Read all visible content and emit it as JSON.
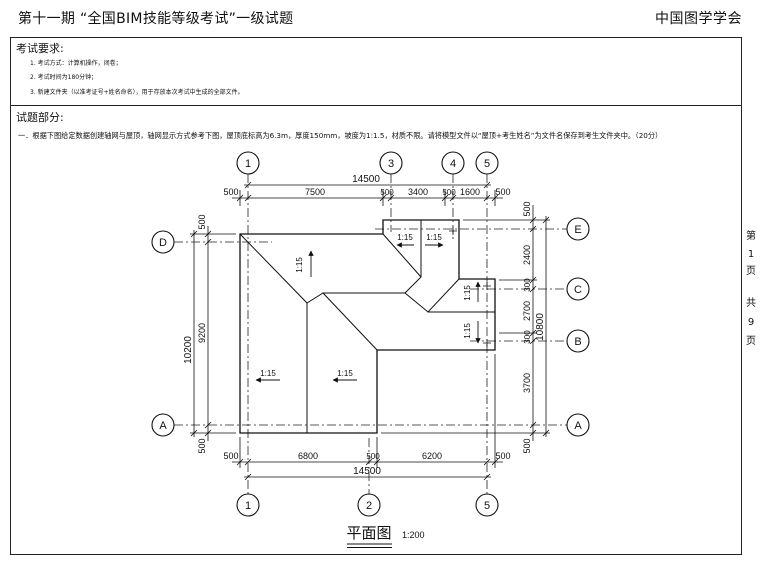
{
  "header": {
    "title": "第十一期 “全国BIM技能等级考试”一级试题",
    "organization": "中国图学学会"
  },
  "requirements": {
    "heading": "考试要求:",
    "items": [
      "1. 考试方式：计算机操作，闭卷；",
      "2. 考试时间为180分钟；",
      "3. 新建文件夹（以准考证号+姓名命名），用于存放本次考试中生成的全部文件。"
    ]
  },
  "questions": {
    "heading": "试题部分:",
    "items": [
      "一．根据下图给定数据创建轴网与屋顶，轴网显示方式参考下图，屋顶底标高为6.3m，厚度150mm，坡度为1:1.5，材质不限。请将模型文件以“屋顶+考生姓名”为文件名保存到考生文件夹中。（20分）"
    ]
  },
  "drawing": {
    "grids": {
      "top": [
        "1",
        "3",
        "4",
        "5"
      ],
      "bottom": [
        "1",
        "2",
        "5"
      ],
      "left": [
        "D",
        "A"
      ],
      "right": [
        "E",
        "C",
        "B",
        "A"
      ]
    },
    "dims": {
      "top_overall": "14500",
      "top": [
        "500",
        "7500",
        "500",
        "3400",
        "500",
        "1600",
        "500"
      ],
      "bottom_overall": "14500",
      "bottom": [
        "500",
        "6800",
        "500",
        "6200",
        "500"
      ],
      "left_overall": "10200",
      "left": [
        "500",
        "9200",
        "500"
      ],
      "right_overall": "10800",
      "right": [
        "500",
        "2400",
        "300",
        "2700",
        "300",
        "3700",
        "500"
      ]
    },
    "slopes": [
      "1:15",
      "1:15",
      "1:15",
      "1:15",
      "1:15",
      "1:15",
      "1:15"
    ],
    "title": "平面图",
    "scale": "1:200"
  },
  "page_indicator": {
    "prefix": "第",
    "current": "1",
    "current_suffix": "页",
    "total_prefix": "共",
    "total": "9",
    "total_suffix": "页"
  }
}
